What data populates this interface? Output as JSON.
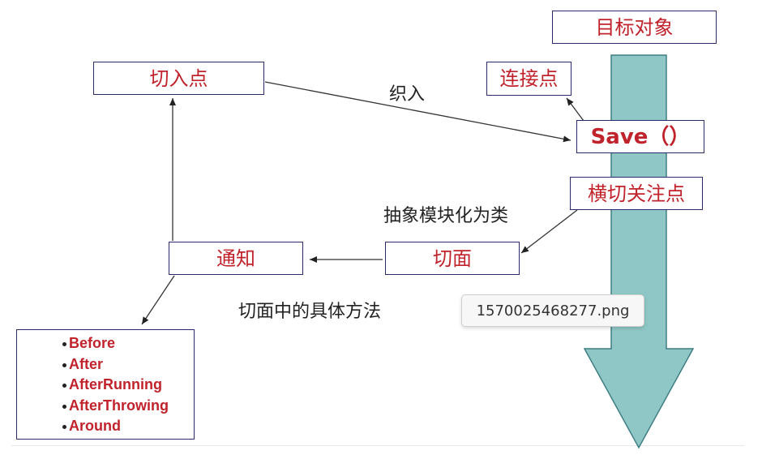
{
  "nodes": {
    "target_object": "目标对象",
    "pointcut": "切入点",
    "joinpoint": "连接点",
    "save": "Save（）",
    "crosscutting_concern": "横切关注点",
    "aspect": "切面",
    "advice": "通知"
  },
  "edge_labels": {
    "weaving": "织入",
    "modularize": "抽象模块化为类",
    "aspect_methods": "切面中的具体方法"
  },
  "advice_types": [
    "Before",
    "After",
    "AfterRunning",
    "AfterThrowing",
    "Around"
  ],
  "tooltip": "1570025468277.png",
  "colors": {
    "node_text": "#c0232b",
    "node_border": "#2b2b6b",
    "big_arrow_fill": "#8fc7c6",
    "big_arrow_stroke": "#3f7e84",
    "edge_line": "#333333"
  }
}
